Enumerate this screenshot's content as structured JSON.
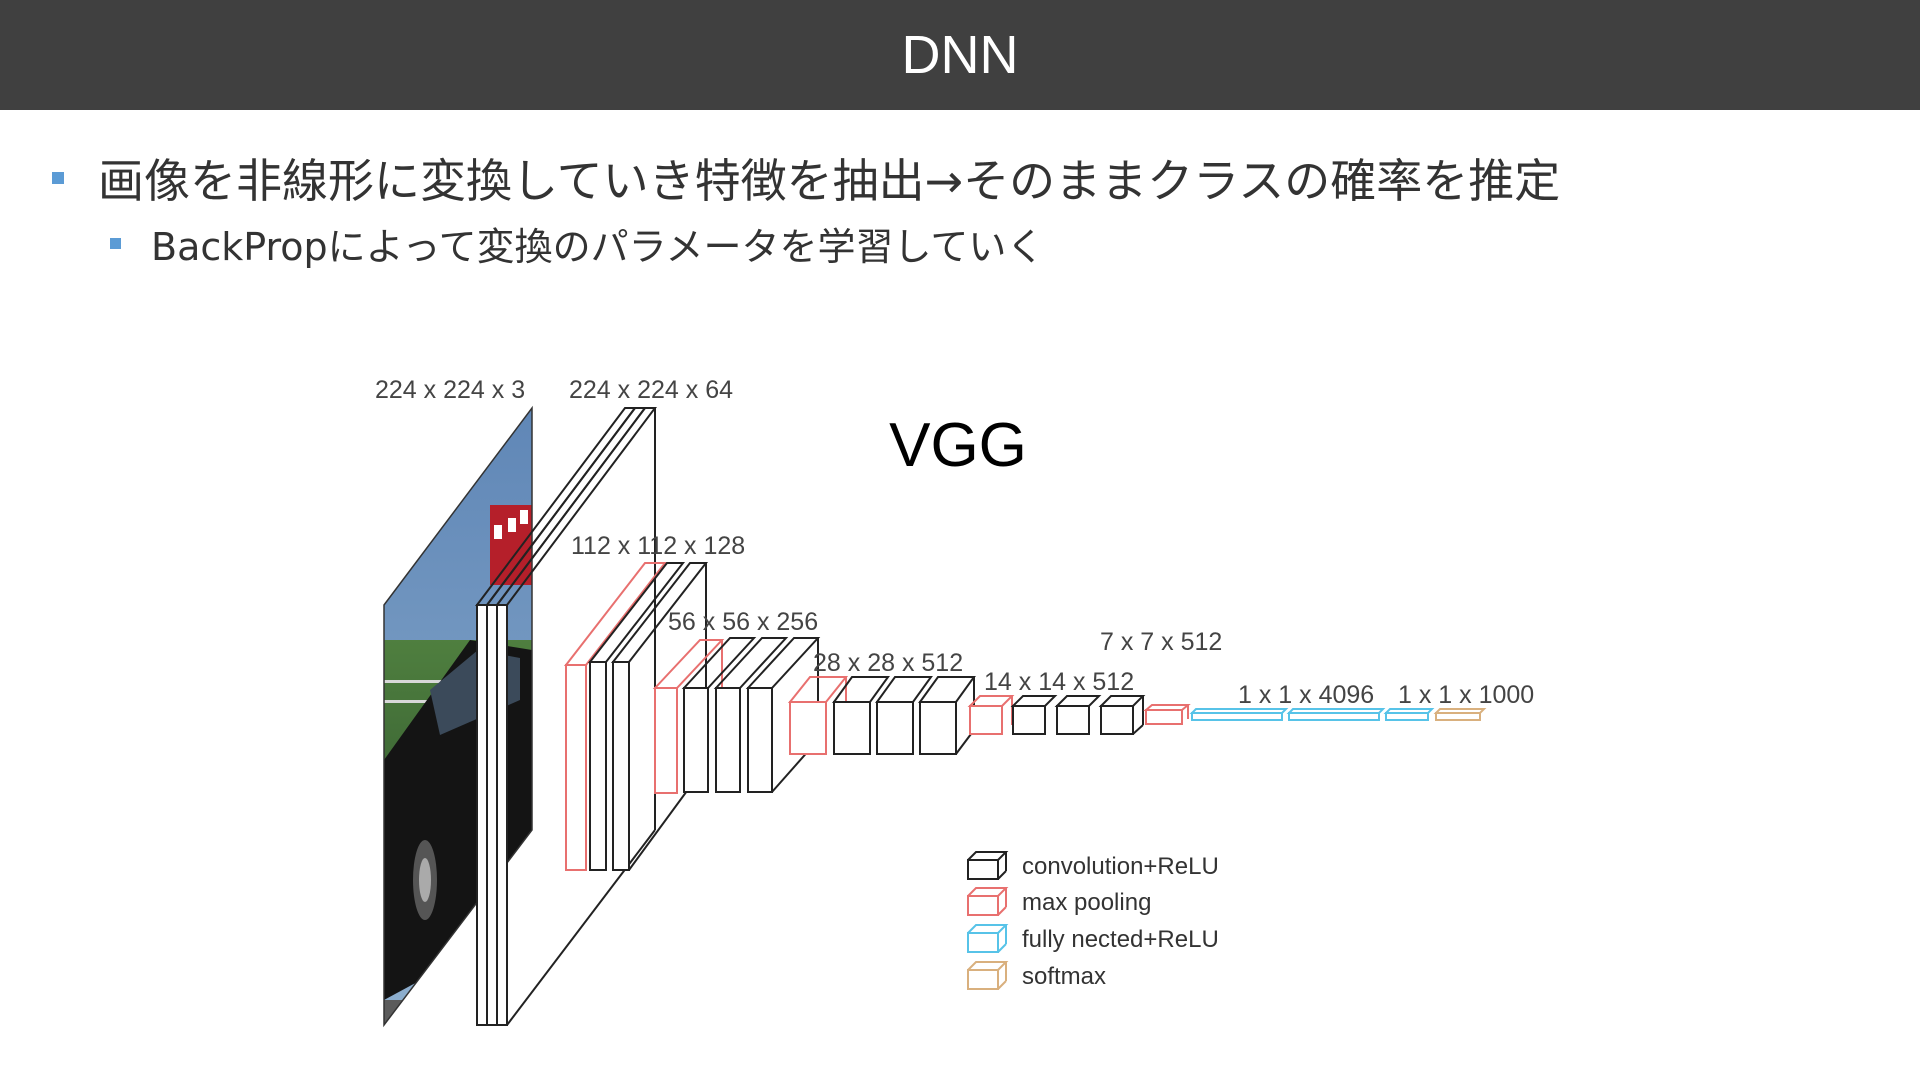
{
  "slide": {
    "title": "DNN",
    "bullets": [
      {
        "level": 1,
        "text": "画像を非線形に変換していき特徴を抽出→そのままクラスの確率を推定"
      },
      {
        "level": 2,
        "text": "BackPropによって変換のパラメータを学習していく"
      }
    ],
    "bullet_color": "#5b9bd5"
  },
  "diagram": {
    "title": "VGG",
    "input_image_icon": "car-photo-icon",
    "stage_labels": [
      "224 x 224 x 3",
      "224 x 224 x 64",
      "112 x 112 x 128",
      "56 x 56 x 256",
      "28 x 28 x 512",
      "14 x 14 x 512",
      "7 x 7 x 512",
      "1 x 1 x 4096",
      "1 x 1 x 1000"
    ],
    "legend": [
      {
        "label": "convolution+ReLU",
        "color": "#222222"
      },
      {
        "label": "max pooling",
        "color": "#e8706f"
      },
      {
        "label": "fully nected+ReLU",
        "color": "#57c3e8"
      },
      {
        "label": "softmax",
        "color": "#d9b07e"
      }
    ]
  }
}
